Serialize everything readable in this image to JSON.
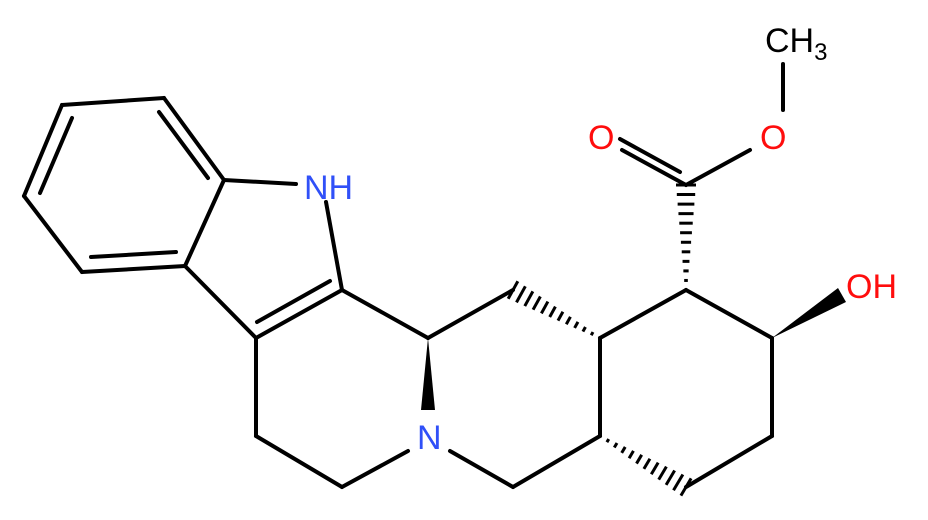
{
  "colors": {
    "bond": "#000000",
    "carbon_label": "#000000",
    "nitrogen": "#3050f8",
    "oxygen": "#ff0d0d"
  },
  "labels": {
    "nh": "NH",
    "n": "N",
    "ho": "OH",
    "carbonyl_o": "O",
    "ester_o": "O",
    "methyl": "CH",
    "methyl_sub": "3"
  }
}
